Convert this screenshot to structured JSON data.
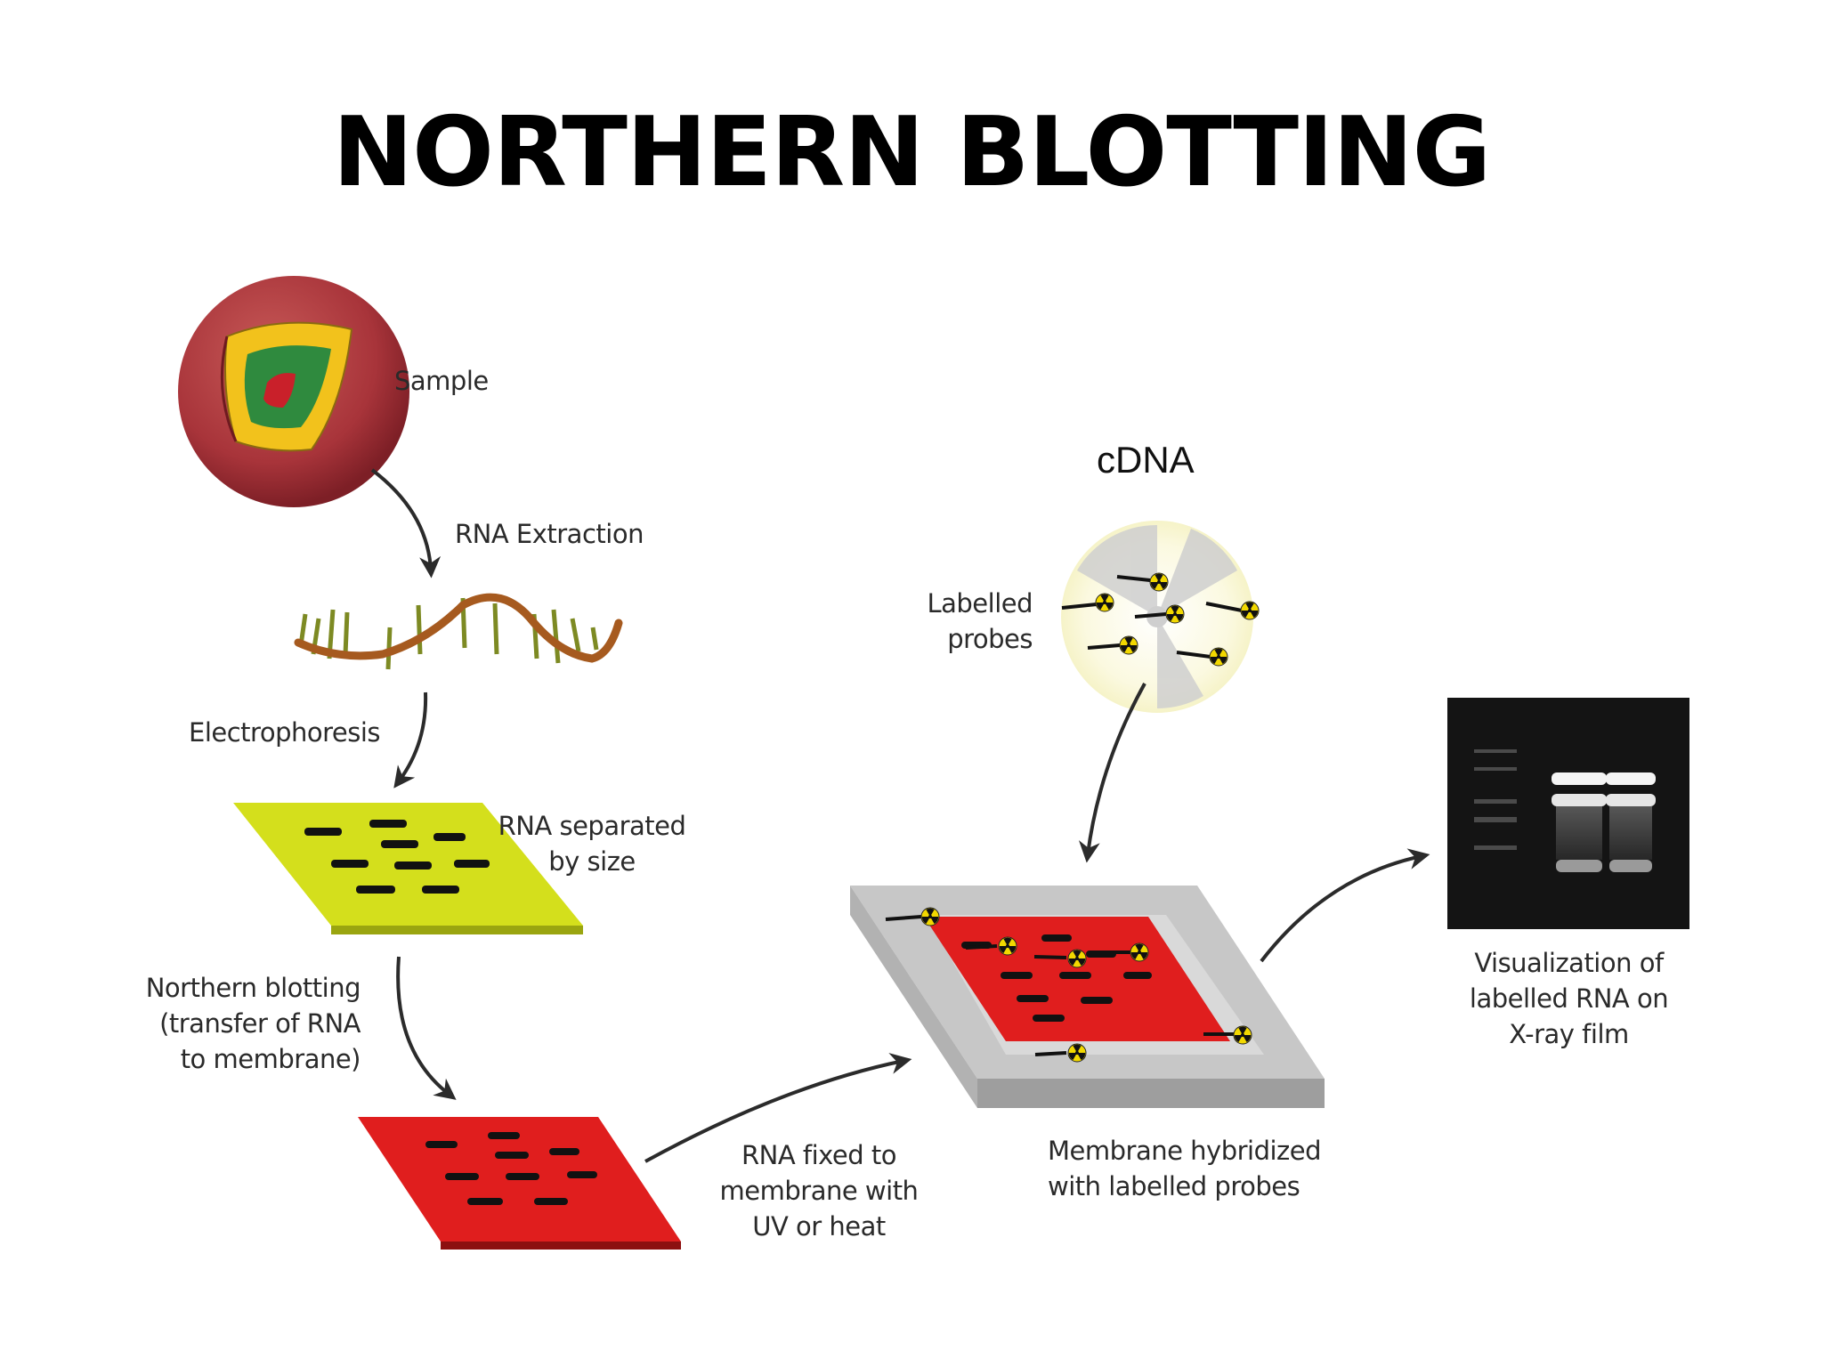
{
  "title": "NORTHERN BLOTTING",
  "labels": {
    "sample": "Sample",
    "rna_extraction": "RNA Extraction",
    "electrophoresis": "Electrophoresis",
    "rna_separated": [
      "RNA separated",
      "by size"
    ],
    "northern_blotting": [
      "Northern blotting",
      "(transfer of RNA",
      "to membrane)"
    ],
    "rna_fixed": [
      "RNA fixed to",
      "membrane with",
      "UV or heat"
    ],
    "cdna": "cDNA",
    "labelled_probes": [
      "Labelled",
      "probes"
    ],
    "membrane_hybridized": [
      "Membrane hybridized",
      "with labelled probes"
    ],
    "visualization": [
      "Visualization of",
      "labelled RNA on",
      "X-ray film"
    ]
  },
  "colors": {
    "gel": "#d4df1c",
    "membrane": "#e01e1e",
    "tray": "#c7c7c7",
    "film": "#141414",
    "radiation_symbol": "#f2d800",
    "arrow": "#2b2b2b"
  },
  "icons": [
    "cell-icon",
    "rna-strand-icon",
    "radiation-icon"
  ]
}
